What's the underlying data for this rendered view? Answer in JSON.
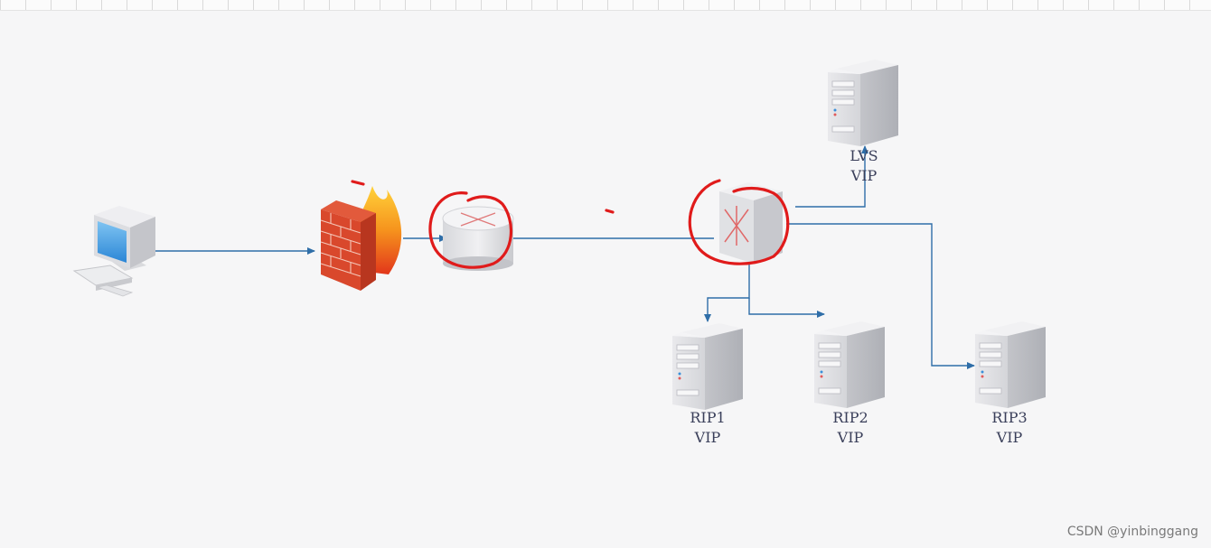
{
  "nodes": {
    "lvs": {
      "line1": "LVS",
      "line2": "VIP"
    },
    "rip1": {
      "line1": "RIP1",
      "line2": "VIP"
    },
    "rip2": {
      "line1": "RIP2",
      "line2": "VIP"
    },
    "rip3": {
      "line1": "RIP3",
      "line2": "VIP"
    }
  },
  "watermark": "CSDN @yinbinggang",
  "colors": {
    "connector": "#2f6ea8",
    "annotation": "#e01b1b"
  },
  "icons": [
    "computer-icon",
    "firewall-icon",
    "router-icon",
    "switch-icon",
    "server-icon"
  ]
}
